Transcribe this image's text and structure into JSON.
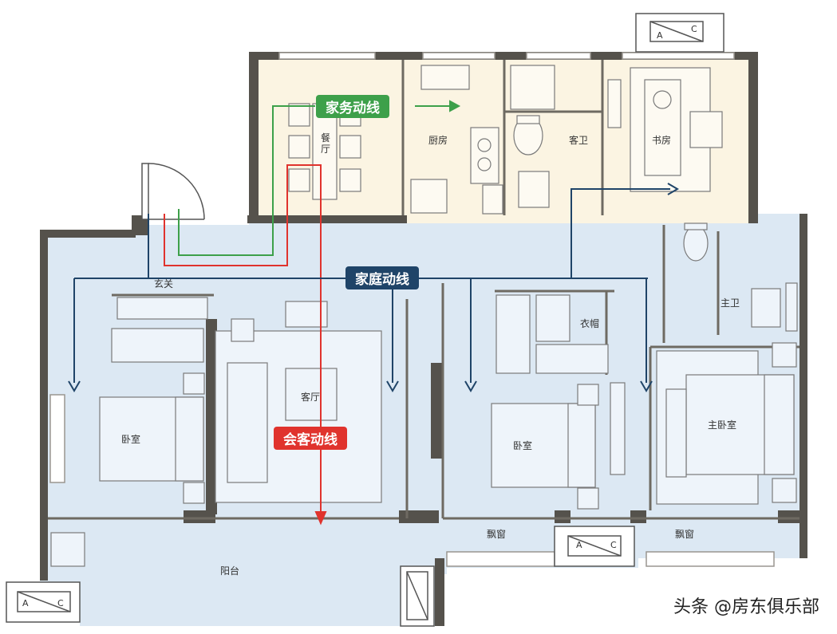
{
  "rooms": {
    "dining": "餐厅",
    "kitchen": "厨房",
    "guest_bath": "客卫",
    "study": "书房",
    "entry": "玄关",
    "master_bath": "主卫",
    "closet": "衣帽",
    "bedroom_left": "卧室",
    "living": "客厅",
    "bedroom_mid": "卧室",
    "master_bedroom": "主卧室",
    "bay_window_1": "飘窗",
    "bay_window_2": "飘窗",
    "balcony": "阳台"
  },
  "ac_units": [
    "A",
    "C"
  ],
  "routes": {
    "housework": {
      "label": "家务动线",
      "color": "#3da04a"
    },
    "family": {
      "label": "家庭动线",
      "color": "#1f4468"
    },
    "guest": {
      "label": "会客动线",
      "color": "#e0332d"
    }
  },
  "colors": {
    "public_zone": "#fbf4e2",
    "private_zone": "#dce8f3",
    "wall": "#55524c"
  },
  "watermark": "头条 @房东俱乐部"
}
